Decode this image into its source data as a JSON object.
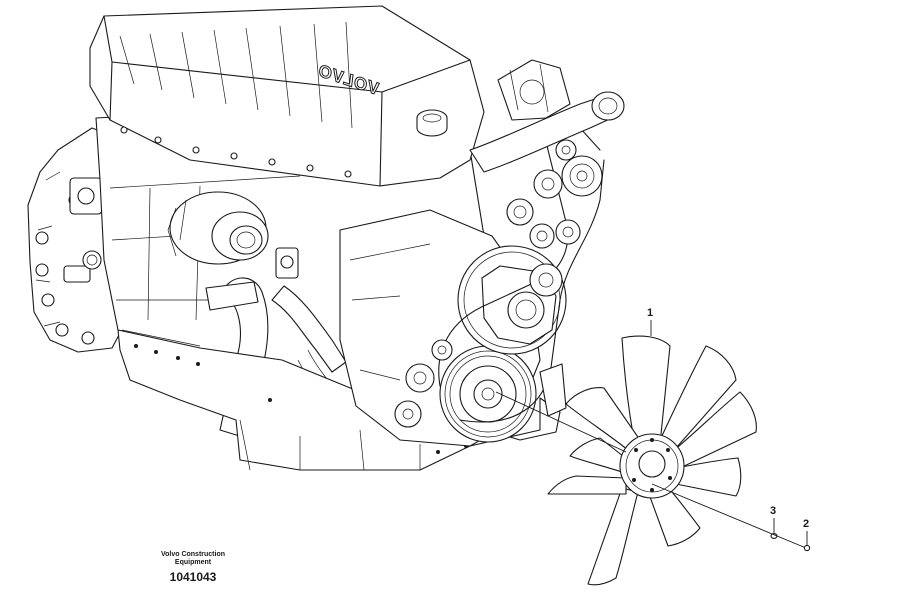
{
  "diagram": {
    "engine_brand": "VOLVO",
    "callouts": [
      {
        "id": "fan",
        "label": "1"
      },
      {
        "id": "washer",
        "label": "3"
      },
      {
        "id": "bolt",
        "label": "2"
      }
    ]
  },
  "caption": {
    "line1": "Volvo Construction",
    "line2": "Equipment",
    "number": "1041043"
  }
}
